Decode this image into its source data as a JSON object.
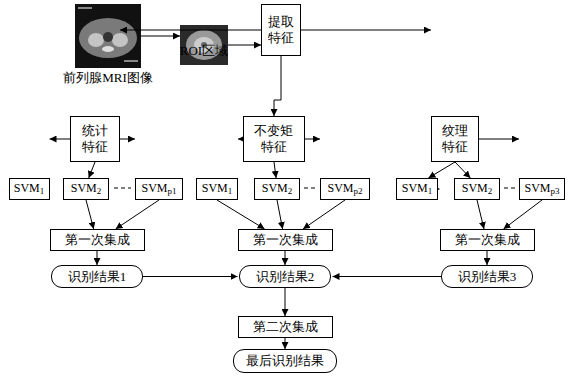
{
  "diagram": {
    "nodes": [
      {
        "text": [
          "前列腺MRI图像"
        ]
      },
      {
        "text": [
          "ROI区域"
        ]
      },
      {
        "text": [
          "提取 特征"
        ]
      },
      {
        "text": [
          "统计 特征"
        ]
      },
      {
        "text": [
          "不变矩 特征"
        ]
      },
      {
        "text": [
          "纹理 特征"
        ]
      },
      {
        "text": [
          "SVM1"
        ]
      },
      {
        "text": [
          "SVM2"
        ]
      },
      {
        "text": [
          "SVMp1"
        ]
      },
      {
        "text": [
          "SVM1"
        ]
      },
      {
        "text": [
          "SVM2"
        ]
      },
      {
        "text": [
          "SVMp2"
        ]
      },
      {
        "text": [
          "SVM1"
        ]
      },
      {
        "text": [
          "SVM2"
        ]
      },
      {
        "text": [
          "SVMp3"
        ]
      },
      {
        "text": [
          "第一次集成"
        ]
      },
      {
        "text": [
          "第一次集成"
        ]
      },
      {
        "text": [
          "第一次集成"
        ]
      },
      {
        "text": [
          "识别结果1"
        ]
      },
      {
        "text": [
          "识别结果2"
        ]
      },
      {
        "text": [
          "识别结果3"
        ]
      },
      {
        "text": [
          "第二次集成"
        ]
      },
      {
        "text": [
          "最后识别结果"
        ]
      }
    ],
    "edges": [
      {
        "from": 0,
        "to": 1,
        "arrow": "to"
      },
      {
        "from": 1,
        "to": 2,
        "arrow": "to"
      },
      {
        "from": 2,
        "to": 3,
        "arrow": "to"
      },
      {
        "from": 2,
        "to": 4,
        "arrow": "to"
      },
      {
        "from": 2,
        "to": 5,
        "arrow": "to"
      },
      {
        "from": 3,
        "to": 6,
        "arrow": "to"
      },
      {
        "from": 3,
        "to": 7,
        "arrow": "to"
      },
      {
        "from": 3,
        "to": 8,
        "arrow": "to"
      },
      {
        "from": 4,
        "to": 9,
        "arrow": "to"
      },
      {
        "from": 4,
        "to": 10,
        "arrow": "to"
      },
      {
        "from": 4,
        "to": 11,
        "arrow": "to"
      },
      {
        "from": 5,
        "to": 12,
        "arrow": "to"
      },
      {
        "from": 5,
        "to": 13,
        "arrow": "to"
      },
      {
        "from": 5,
        "to": 14,
        "arrow": "to"
      },
      {
        "from": 6,
        "to": 15,
        "arrow": "to"
      },
      {
        "from": 7,
        "to": 15,
        "arrow": "to"
      },
      {
        "from": 8,
        "to": 15,
        "arrow": "to"
      },
      {
        "from": 9,
        "to": 16,
        "arrow": "to"
      },
      {
        "from": 10,
        "to": 16,
        "arrow": "to"
      },
      {
        "from": 11,
        "to": 16,
        "arrow": "to"
      },
      {
        "from": 12,
        "to": 17,
        "arrow": "to"
      },
      {
        "from": 13,
        "to": 17,
        "arrow": "to"
      },
      {
        "from": 14,
        "to": 17,
        "arrow": "to"
      },
      {
        "from": 15,
        "to": 18,
        "arrow": "to"
      },
      {
        "from": 16,
        "to": 19,
        "arrow": "to"
      },
      {
        "from": 17,
        "to": 20,
        "arrow": "to"
      },
      {
        "from": 18,
        "to": 21,
        "arrow": "to"
      },
      {
        "from": 19,
        "to": 21,
        "arrow": "to"
      },
      {
        "from": 20,
        "to": 21,
        "arrow": "to"
      },
      {
        "from": 21,
        "to": 22,
        "arrow": "to"
      }
    ]
  }
}
